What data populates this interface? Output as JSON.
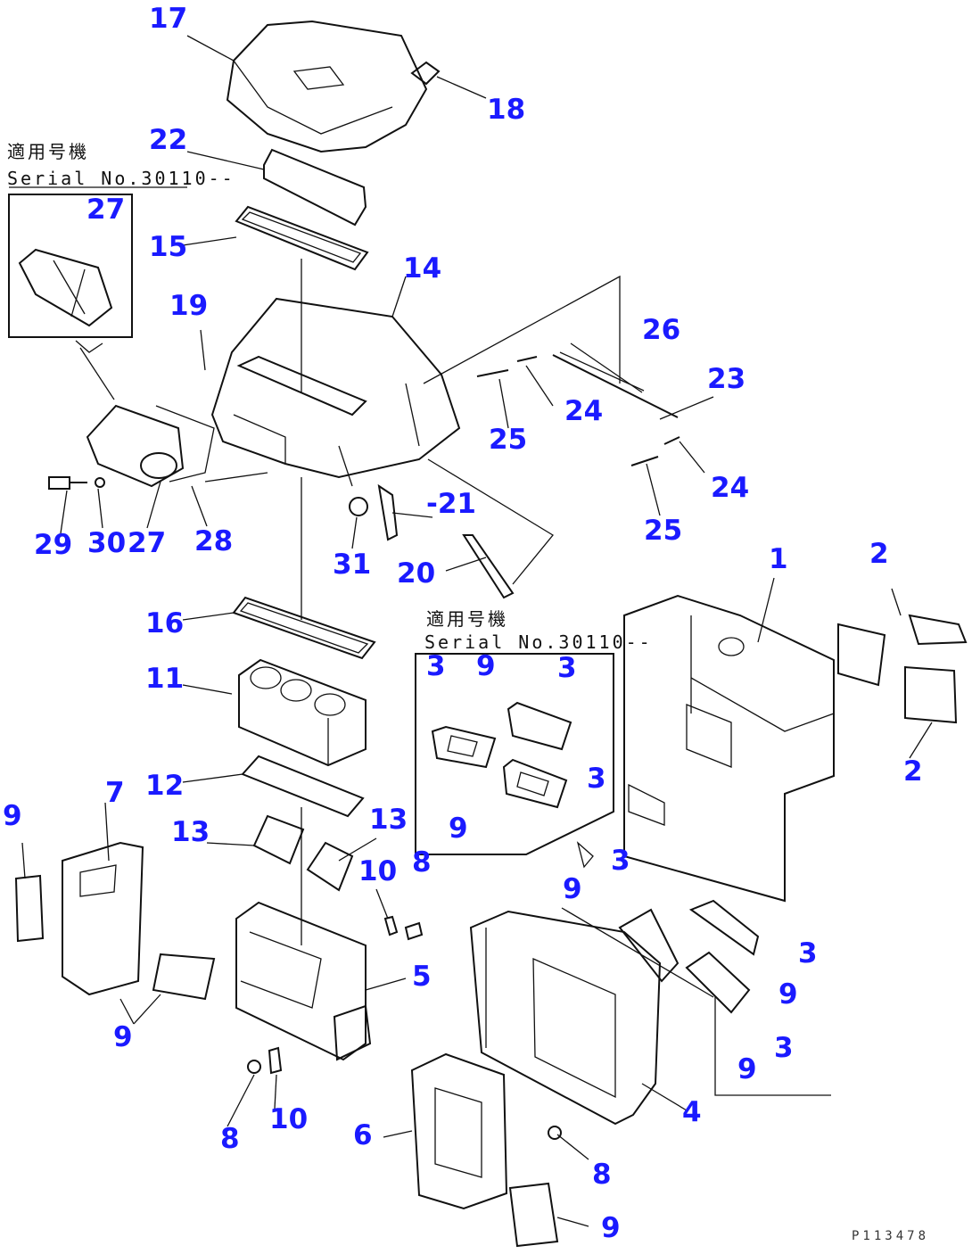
{
  "serial_notes": {
    "upper_left": {
      "jp": "適用号機",
      "serial": "Serial No.30110--"
    },
    "right": {
      "jp": "適用号機",
      "serial": "Serial No.30110--"
    }
  },
  "drawing_number": "P113478",
  "callouts": [
    {
      "id": "c17",
      "label": "17"
    },
    {
      "id": "c18",
      "label": "18"
    },
    {
      "id": "c22",
      "label": "22"
    },
    {
      "id": "c27a",
      "label": "27"
    },
    {
      "id": "c15",
      "label": "15"
    },
    {
      "id": "c14",
      "label": "14"
    },
    {
      "id": "c19",
      "label": "19"
    },
    {
      "id": "c26",
      "label": "26"
    },
    {
      "id": "c23",
      "label": "23"
    },
    {
      "id": "c24a",
      "label": "24"
    },
    {
      "id": "c25a",
      "label": "25"
    },
    {
      "id": "c24b",
      "label": "24"
    },
    {
      "id": "c21",
      "label": "-21"
    },
    {
      "id": "c25b",
      "label": "25"
    },
    {
      "id": "c29",
      "label": "29"
    },
    {
      "id": "c30",
      "label": "30"
    },
    {
      "id": "c27b",
      "label": "27"
    },
    {
      "id": "c28",
      "label": "28"
    },
    {
      "id": "c31",
      "label": "31"
    },
    {
      "id": "c20",
      "label": "20"
    },
    {
      "id": "c1",
      "label": "1"
    },
    {
      "id": "c2a",
      "label": "2"
    },
    {
      "id": "c16",
      "label": "16"
    },
    {
      "id": "c3a",
      "label": "3"
    },
    {
      "id": "c9a",
      "label": "9"
    },
    {
      "id": "c3b",
      "label": "3"
    },
    {
      "id": "c11",
      "label": "11"
    },
    {
      "id": "c3c",
      "label": "3"
    },
    {
      "id": "c2b",
      "label": "2"
    },
    {
      "id": "c12",
      "label": "12"
    },
    {
      "id": "c7",
      "label": "7"
    },
    {
      "id": "c9b",
      "label": "9"
    },
    {
      "id": "c9c",
      "label": "9"
    },
    {
      "id": "c13a",
      "label": "13"
    },
    {
      "id": "c13b",
      "label": "13"
    },
    {
      "id": "c8a",
      "label": "8"
    },
    {
      "id": "c10a",
      "label": "10"
    },
    {
      "id": "c3d",
      "label": "3"
    },
    {
      "id": "c9d",
      "label": "9"
    },
    {
      "id": "c3e",
      "label": "3"
    },
    {
      "id": "c5",
      "label": "5"
    },
    {
      "id": "c9e",
      "label": "9"
    },
    {
      "id": "c9f",
      "label": "9"
    },
    {
      "id": "c3f",
      "label": "3"
    },
    {
      "id": "c9g",
      "label": "9"
    },
    {
      "id": "c8b",
      "label": "8"
    },
    {
      "id": "c10b",
      "label": "10"
    },
    {
      "id": "c4",
      "label": "4"
    },
    {
      "id": "c6",
      "label": "6"
    },
    {
      "id": "c8c",
      "label": "8"
    },
    {
      "id": "c9h",
      "label": "9"
    }
  ]
}
